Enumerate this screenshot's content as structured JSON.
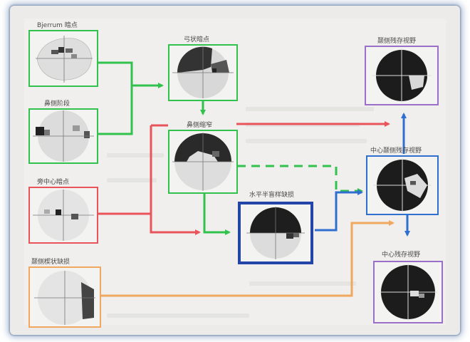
{
  "colors": {
    "green": "#30c24c",
    "red": "#e8545a",
    "blue": "#2f6fd0",
    "darkblue": "#2445a8",
    "orange": "#f0a860",
    "purple": "#9a6fc8"
  },
  "panels": [
    {
      "id": "bjerrum",
      "label": "Bjerrum 暗点",
      "color": "green"
    },
    {
      "id": "nasal-step",
      "label": "鼻侧阶段",
      "color": "green"
    },
    {
      "id": "paracentral",
      "label": "旁中心暗点",
      "color": "red"
    },
    {
      "id": "temporal-wedge",
      "label": "颞侧楔状缺损",
      "color": "orange"
    },
    {
      "id": "arcuate",
      "label": "弓状暗点",
      "color": "green"
    },
    {
      "id": "nasal-constriction",
      "label": "鼻侧缩窄",
      "color": "green"
    },
    {
      "id": "horizontal-hemi",
      "label": "水平半盲样缺损",
      "color": "darkblue"
    },
    {
      "id": "temporal-residual",
      "label": "颞侧残存视野",
      "color": "purple"
    },
    {
      "id": "central-temporal-residual",
      "label": "中心颞侧残存视野",
      "color": "blue"
    },
    {
      "id": "central-residual",
      "label": "中心残存视野",
      "color": "purple"
    }
  ]
}
